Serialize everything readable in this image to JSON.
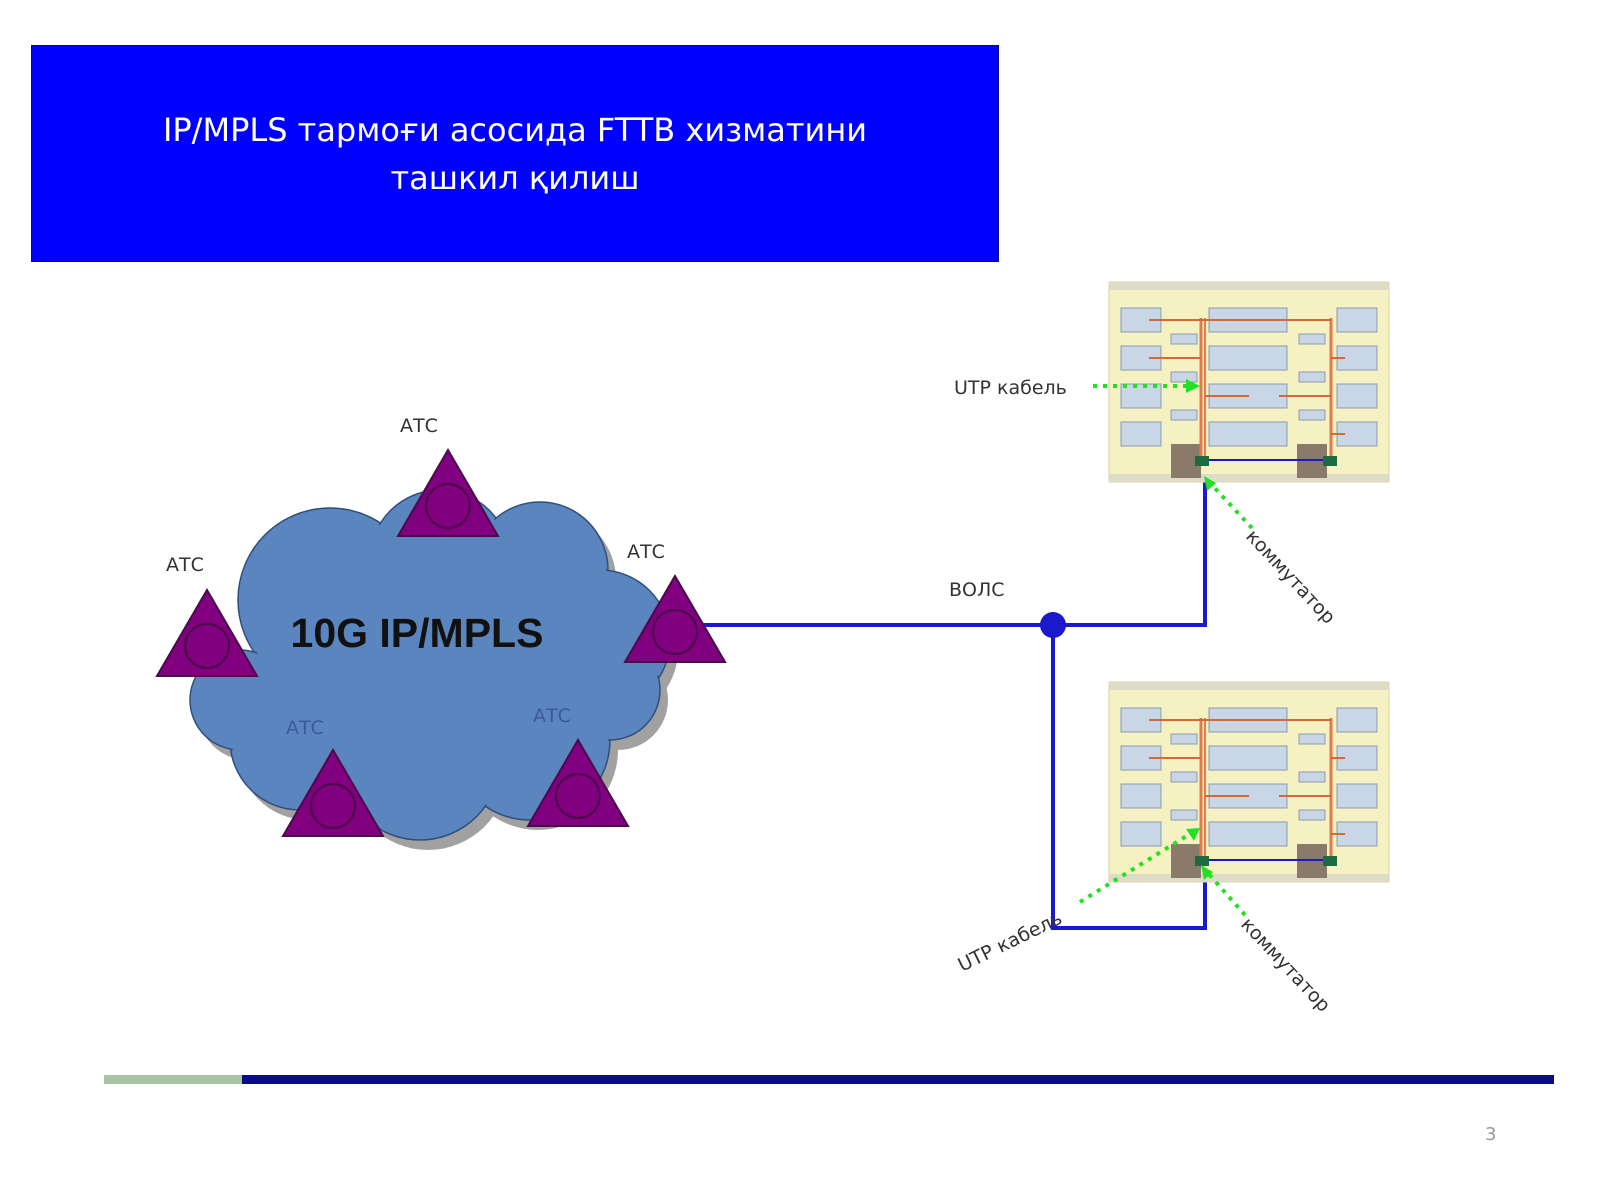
{
  "slide": {
    "title_line1": "IP/MPLS тармоғи асосида FTTB хизматини",
    "title_line2": "ташкил қилиш",
    "page_number": "3"
  },
  "diagram": {
    "cloud_label": "10G IP/MPLS",
    "atc_nodes": [
      "АТС",
      "АТС",
      "АТС",
      "АТС",
      "АТС"
    ],
    "fiber_label": "ВОЛС",
    "buildings": [
      {
        "cable_label": "UTP кабель",
        "switch_label": "коммутатор"
      },
      {
        "cable_label": "UTP кабель",
        "switch_label": "коммутатор"
      }
    ],
    "colors": {
      "title_bg": "#0000ff",
      "cloud": "#5b85bf",
      "atc_node": "#800080",
      "fiber_line": "#1a1acc",
      "pointer": "#22e022",
      "building": "#f6f1c2",
      "footer_bar": "#0a0a8c",
      "footer_accent": "#a9c4a3"
    }
  }
}
